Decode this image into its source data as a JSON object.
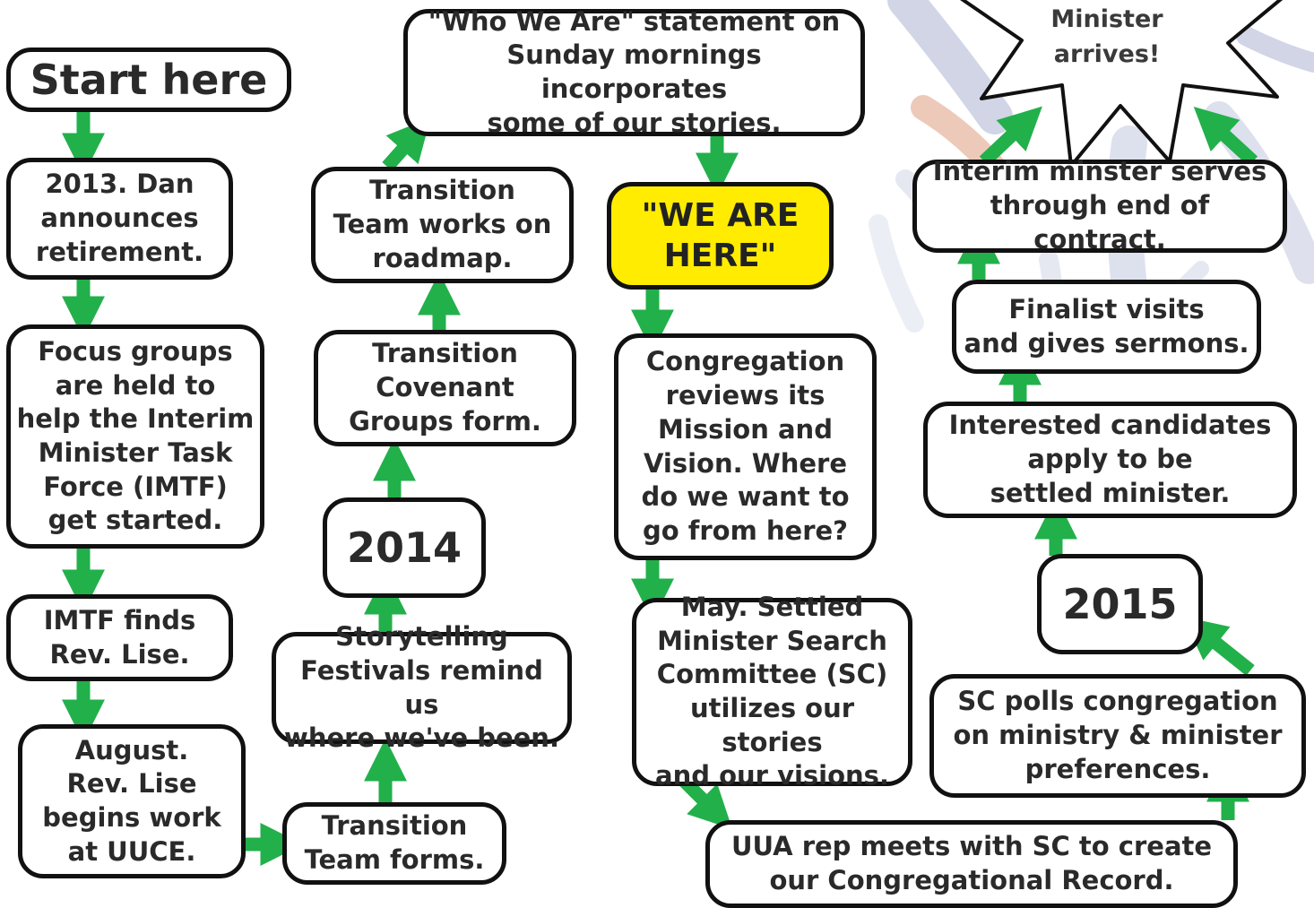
{
  "boxes": {
    "start": "Start here",
    "dan": "2013. Dan\nannounces\nretirement.",
    "focus": "Focus groups\nare held to\nhelp the Interim\nMinister Task\nForce (IMTF)\nget started.",
    "imtf": "IMTF finds\nRev. Lise.",
    "august": "August.\nRev. Lise\nbegins work\nat UUCE.",
    "team_forms": "Transition\nTeam forms.",
    "storytelling": "Storytelling\nFestivals remind us\nwhere we've been.",
    "year_2014": "2014",
    "covenant": "Transition\nCovenant\nGroups form.",
    "roadmap": "Transition\nTeam works on\nroadmap.",
    "who_we_are": "\"Who We Are\" statement on\nSunday mornings incorporates\nsome of our stories.",
    "we_are_here": "\"WE ARE\nHERE\"",
    "congregation": "Congregation\nreviews its\nMission and\nVision. Where\ndo we want to\ngo from here?",
    "may": "May. Settled\nMinister Search\nCommittee (SC)\nutilizes our stories\nand our visions.",
    "uua": "UUA rep meets with SC to create\nour Congregational Record.",
    "sc_polls": "SC polls congregation\non ministry & minister\npreferences.",
    "year_2015": "2015",
    "candidates": "Interested candidates\napply to be\nsettled minister.",
    "finalist": "Finalist visits\nand gives sermons.",
    "interim": "Interim minster serves\nthrough end of contract.",
    "minister_arrives": "Minister\narrives!"
  },
  "colors": {
    "arrow": "#22b04b",
    "highlight": "#ffec00",
    "border": "#111111"
  }
}
